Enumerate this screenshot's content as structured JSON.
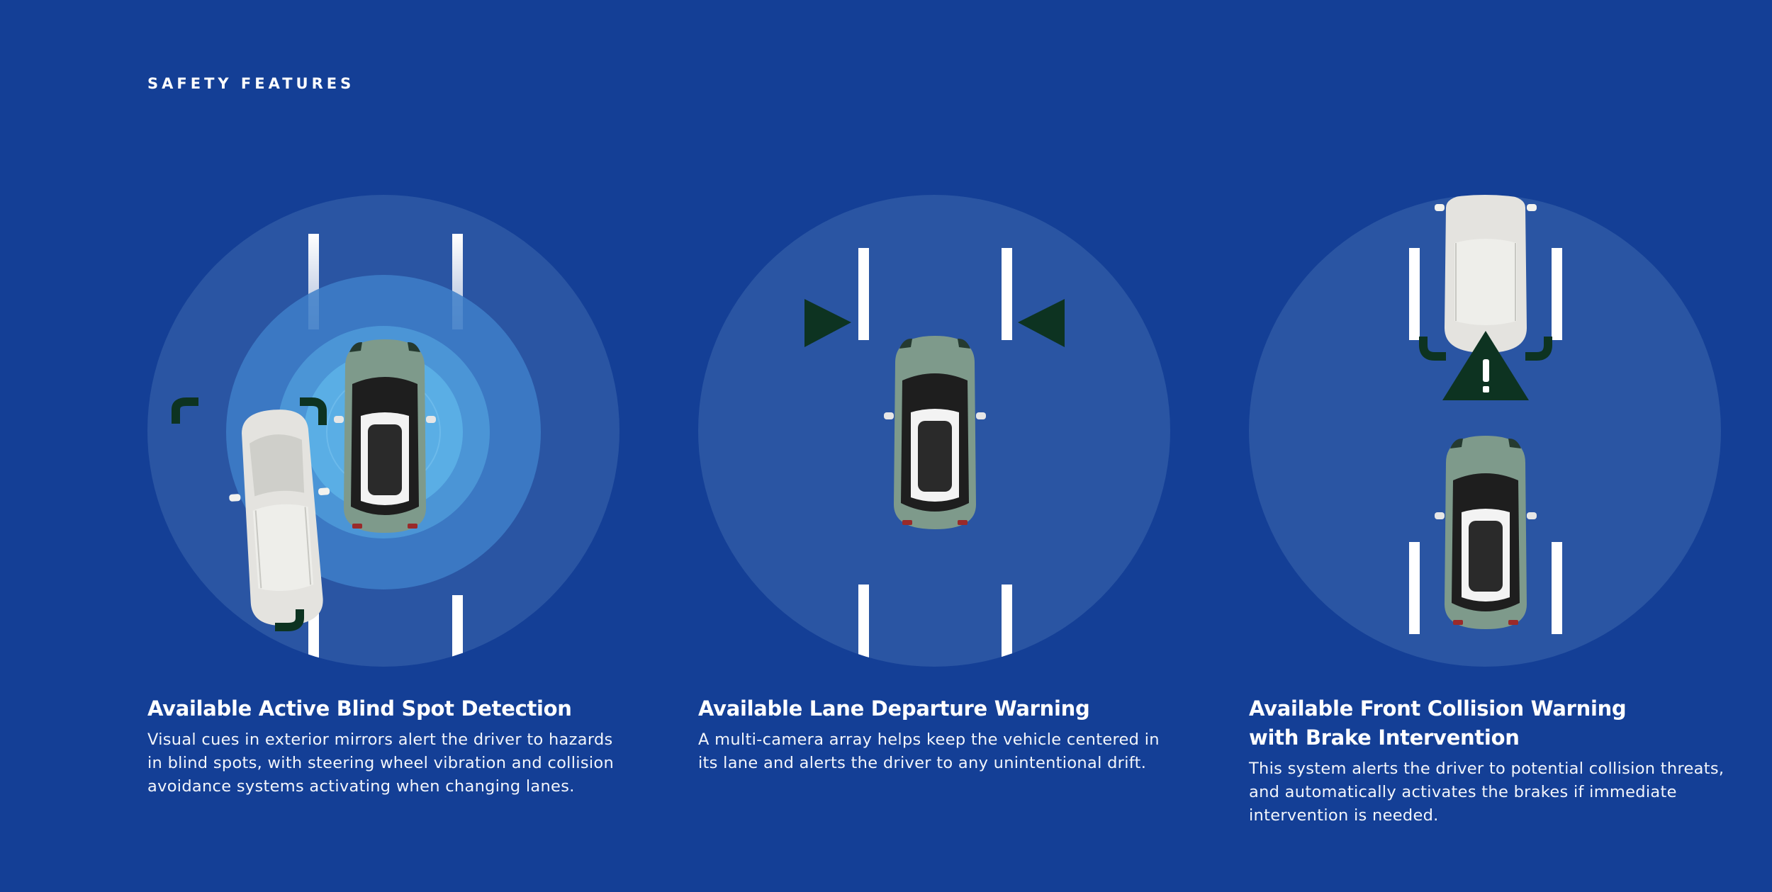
{
  "section_label": "SAFETY FEATURES",
  "colors": {
    "background": "#143f96",
    "disc": "#2a55a3",
    "radar_outer": "#3e7fc9",
    "radar_inner": "#5aaee5",
    "warning_indicator": "#0d3321",
    "car_body": "#7e9a8b",
    "car_roof": "#1e1e1e",
    "other_car": "#e4e3df",
    "lane_marking": "#ffffff"
  },
  "features": [
    {
      "title": "Available Active Blind Spot Detection",
      "description": "Visual cues in exterior mirrors alert the driver to hazards\nin blind spots, with steering wheel vibration and collision\navoidance systems activating when changing lanes.",
      "icons": [
        "car-icon",
        "car-icon",
        "radar-waves-icon",
        "blind-spot-bracket-icon"
      ]
    },
    {
      "title": "Available Lane Departure Warning",
      "description": "A multi-camera array helps keep the vehicle centered in\nits lane and alerts the driver to any unintentional drift.",
      "icons": [
        "car-icon",
        "lane-arrow-right-icon",
        "lane-arrow-left-icon"
      ]
    },
    {
      "title": "Available Front Collision Warning\nwith Brake Intervention",
      "description": "This system alerts the driver to potential collision threats,\nand automatically activates the brakes if immediate\nintervention is needed.",
      "icons": [
        "car-icon",
        "car-icon",
        "warning-triangle-icon",
        "proximity-bracket-icon"
      ]
    }
  ]
}
